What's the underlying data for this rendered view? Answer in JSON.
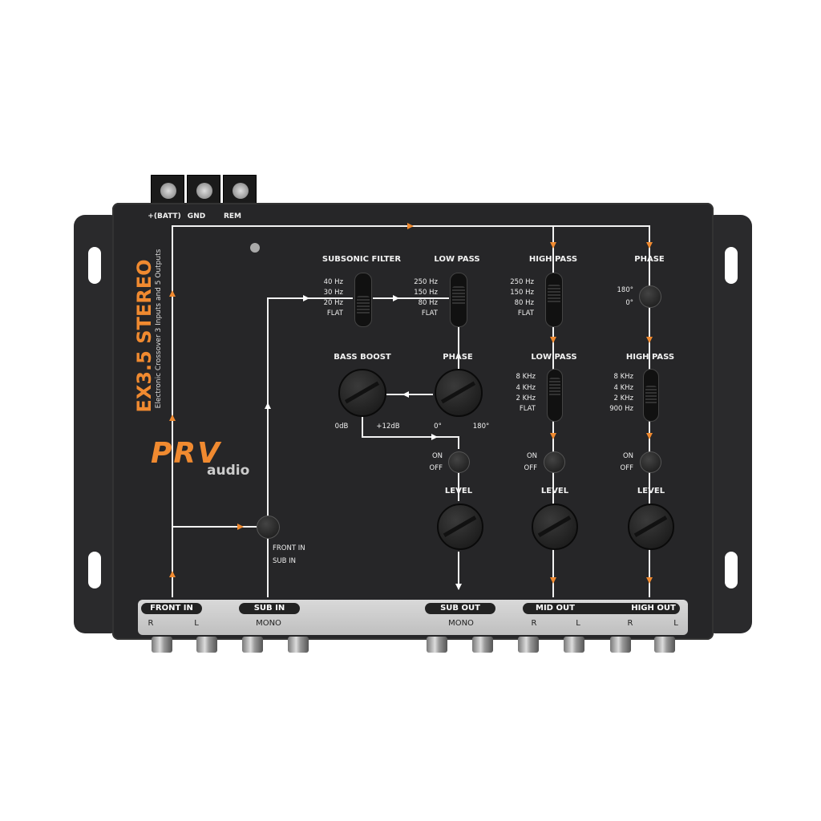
{
  "product": {
    "model": "EX3.5 STEREO",
    "subtitle": "Electronic Crossover 3 Inputs and 5 Outputs",
    "brand": "PRV",
    "brand_sub": "audio",
    "accent_color": "#f08a30"
  },
  "terminals": {
    "batt": "+(BATT)",
    "gnd": "GND",
    "rem": "REM"
  },
  "subsonic": {
    "title": "SUBSONIC FILTER",
    "options": [
      "40 Hz",
      "30 Hz",
      "20 Hz",
      "FLAT"
    ]
  },
  "sub_low_pass": {
    "title": "LOW PASS",
    "options": [
      "250 Hz",
      "150 Hz",
      "80 Hz",
      "FLAT"
    ]
  },
  "mid_high_pass": {
    "title": "HIGH PASS",
    "options": [
      "250 Hz",
      "150 Hz",
      "80 Hz",
      "FLAT"
    ]
  },
  "high_phase": {
    "title": "PHASE",
    "options": [
      "180°",
      "0°"
    ]
  },
  "bass_boost": {
    "title": "BASS BOOST",
    "min": "0dB",
    "max": "+12dB"
  },
  "sub_phase": {
    "title": "PHASE",
    "min": "0°",
    "max": "180°"
  },
  "mid_low_pass": {
    "title": "LOW PASS",
    "options": [
      "8 KHz",
      "4 KHz",
      "2 KHz",
      "FLAT"
    ]
  },
  "high_high_pass": {
    "title": "HIGH PASS",
    "options": [
      "8 KHz",
      "4 KHz",
      "2 KHz",
      "900 Hz"
    ]
  },
  "switch": {
    "on": "ON",
    "off": "OFF"
  },
  "level": "LEVEL",
  "input_select": {
    "front": "FRONT IN",
    "sub": "SUB IN"
  },
  "strip": {
    "front_in": "FRONT IN",
    "sub_in": "SUB IN",
    "sub_out": "SUB  OUT",
    "mid_out": "MID OUT",
    "high_out": "HIGH OUT",
    "r": "R",
    "l": "L",
    "mono": "MONO"
  }
}
